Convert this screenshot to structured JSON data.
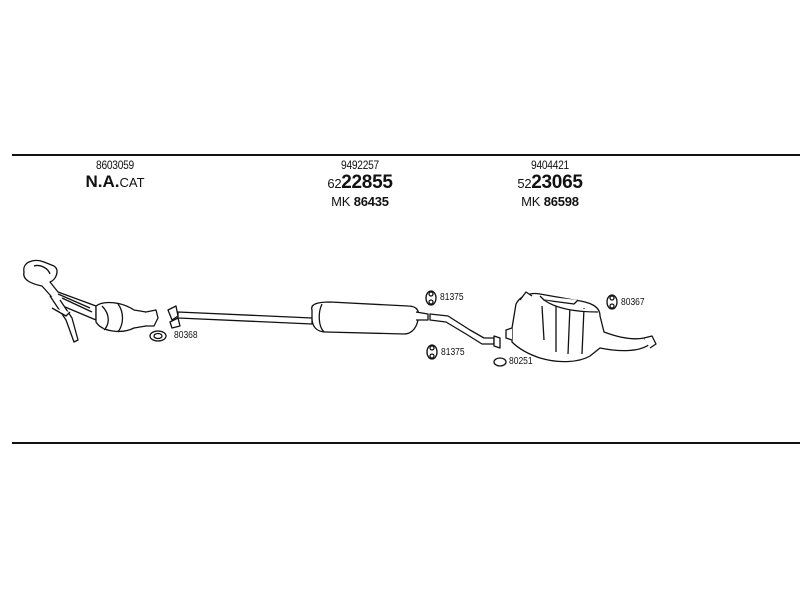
{
  "columns": [
    {
      "ref": "8603059",
      "name_main": "N.A.",
      "name_sub": "CAT"
    },
    {
      "ref": "9492257",
      "code_prefix": "62",
      "code_main": "22855",
      "mk_prefix": "MK",
      "mk_number": "86435"
    },
    {
      "ref": "9404421",
      "code_prefix": "52",
      "code_main": "23065",
      "mk_prefix": "MK",
      "mk_number": "86598"
    }
  ],
  "parts": [
    {
      "id": "80368"
    },
    {
      "id": "81375"
    },
    {
      "id": "81375"
    },
    {
      "id": "80251"
    },
    {
      "id": "80367"
    }
  ]
}
